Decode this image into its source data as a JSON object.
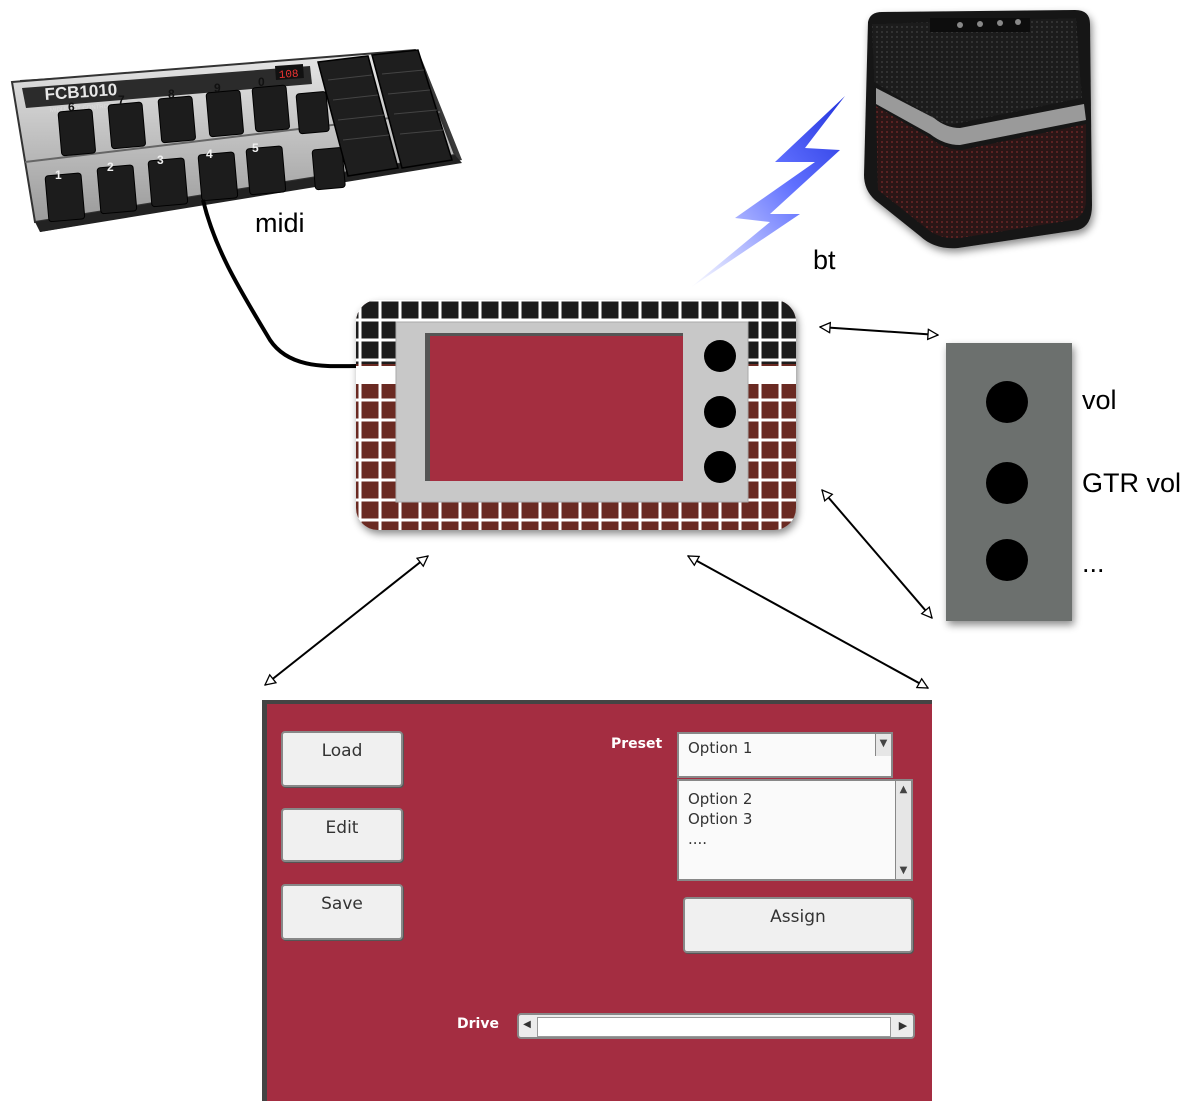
{
  "labels": {
    "midi": "midi",
    "bt": "bt",
    "vol": "vol",
    "gtr_vol": "GTR vol",
    "more": "..."
  },
  "footswitch": {
    "brand": "FCB1010",
    "subtitle": "MIDI FOOT CONTROLLER",
    "display": "108",
    "top_row": [
      "6",
      "7",
      "8",
      "9",
      "0"
    ],
    "bottom_row": [
      "1",
      "2",
      "3",
      "4",
      "5"
    ]
  },
  "mockup": {
    "buttons": {
      "load": "Load",
      "edit": "Edit",
      "save": "Save",
      "assign": "Assign"
    },
    "preset_label": "Preset",
    "preset_selected": "Option 1",
    "preset_list": [
      "Option 2",
      "Option 3",
      "...."
    ],
    "drive_label": "Drive"
  },
  "colors": {
    "mockup_bg": "#a42d41",
    "device_brick": "#6b2a22",
    "device_screen": "#a42d41",
    "bolt": "#3344ee"
  }
}
